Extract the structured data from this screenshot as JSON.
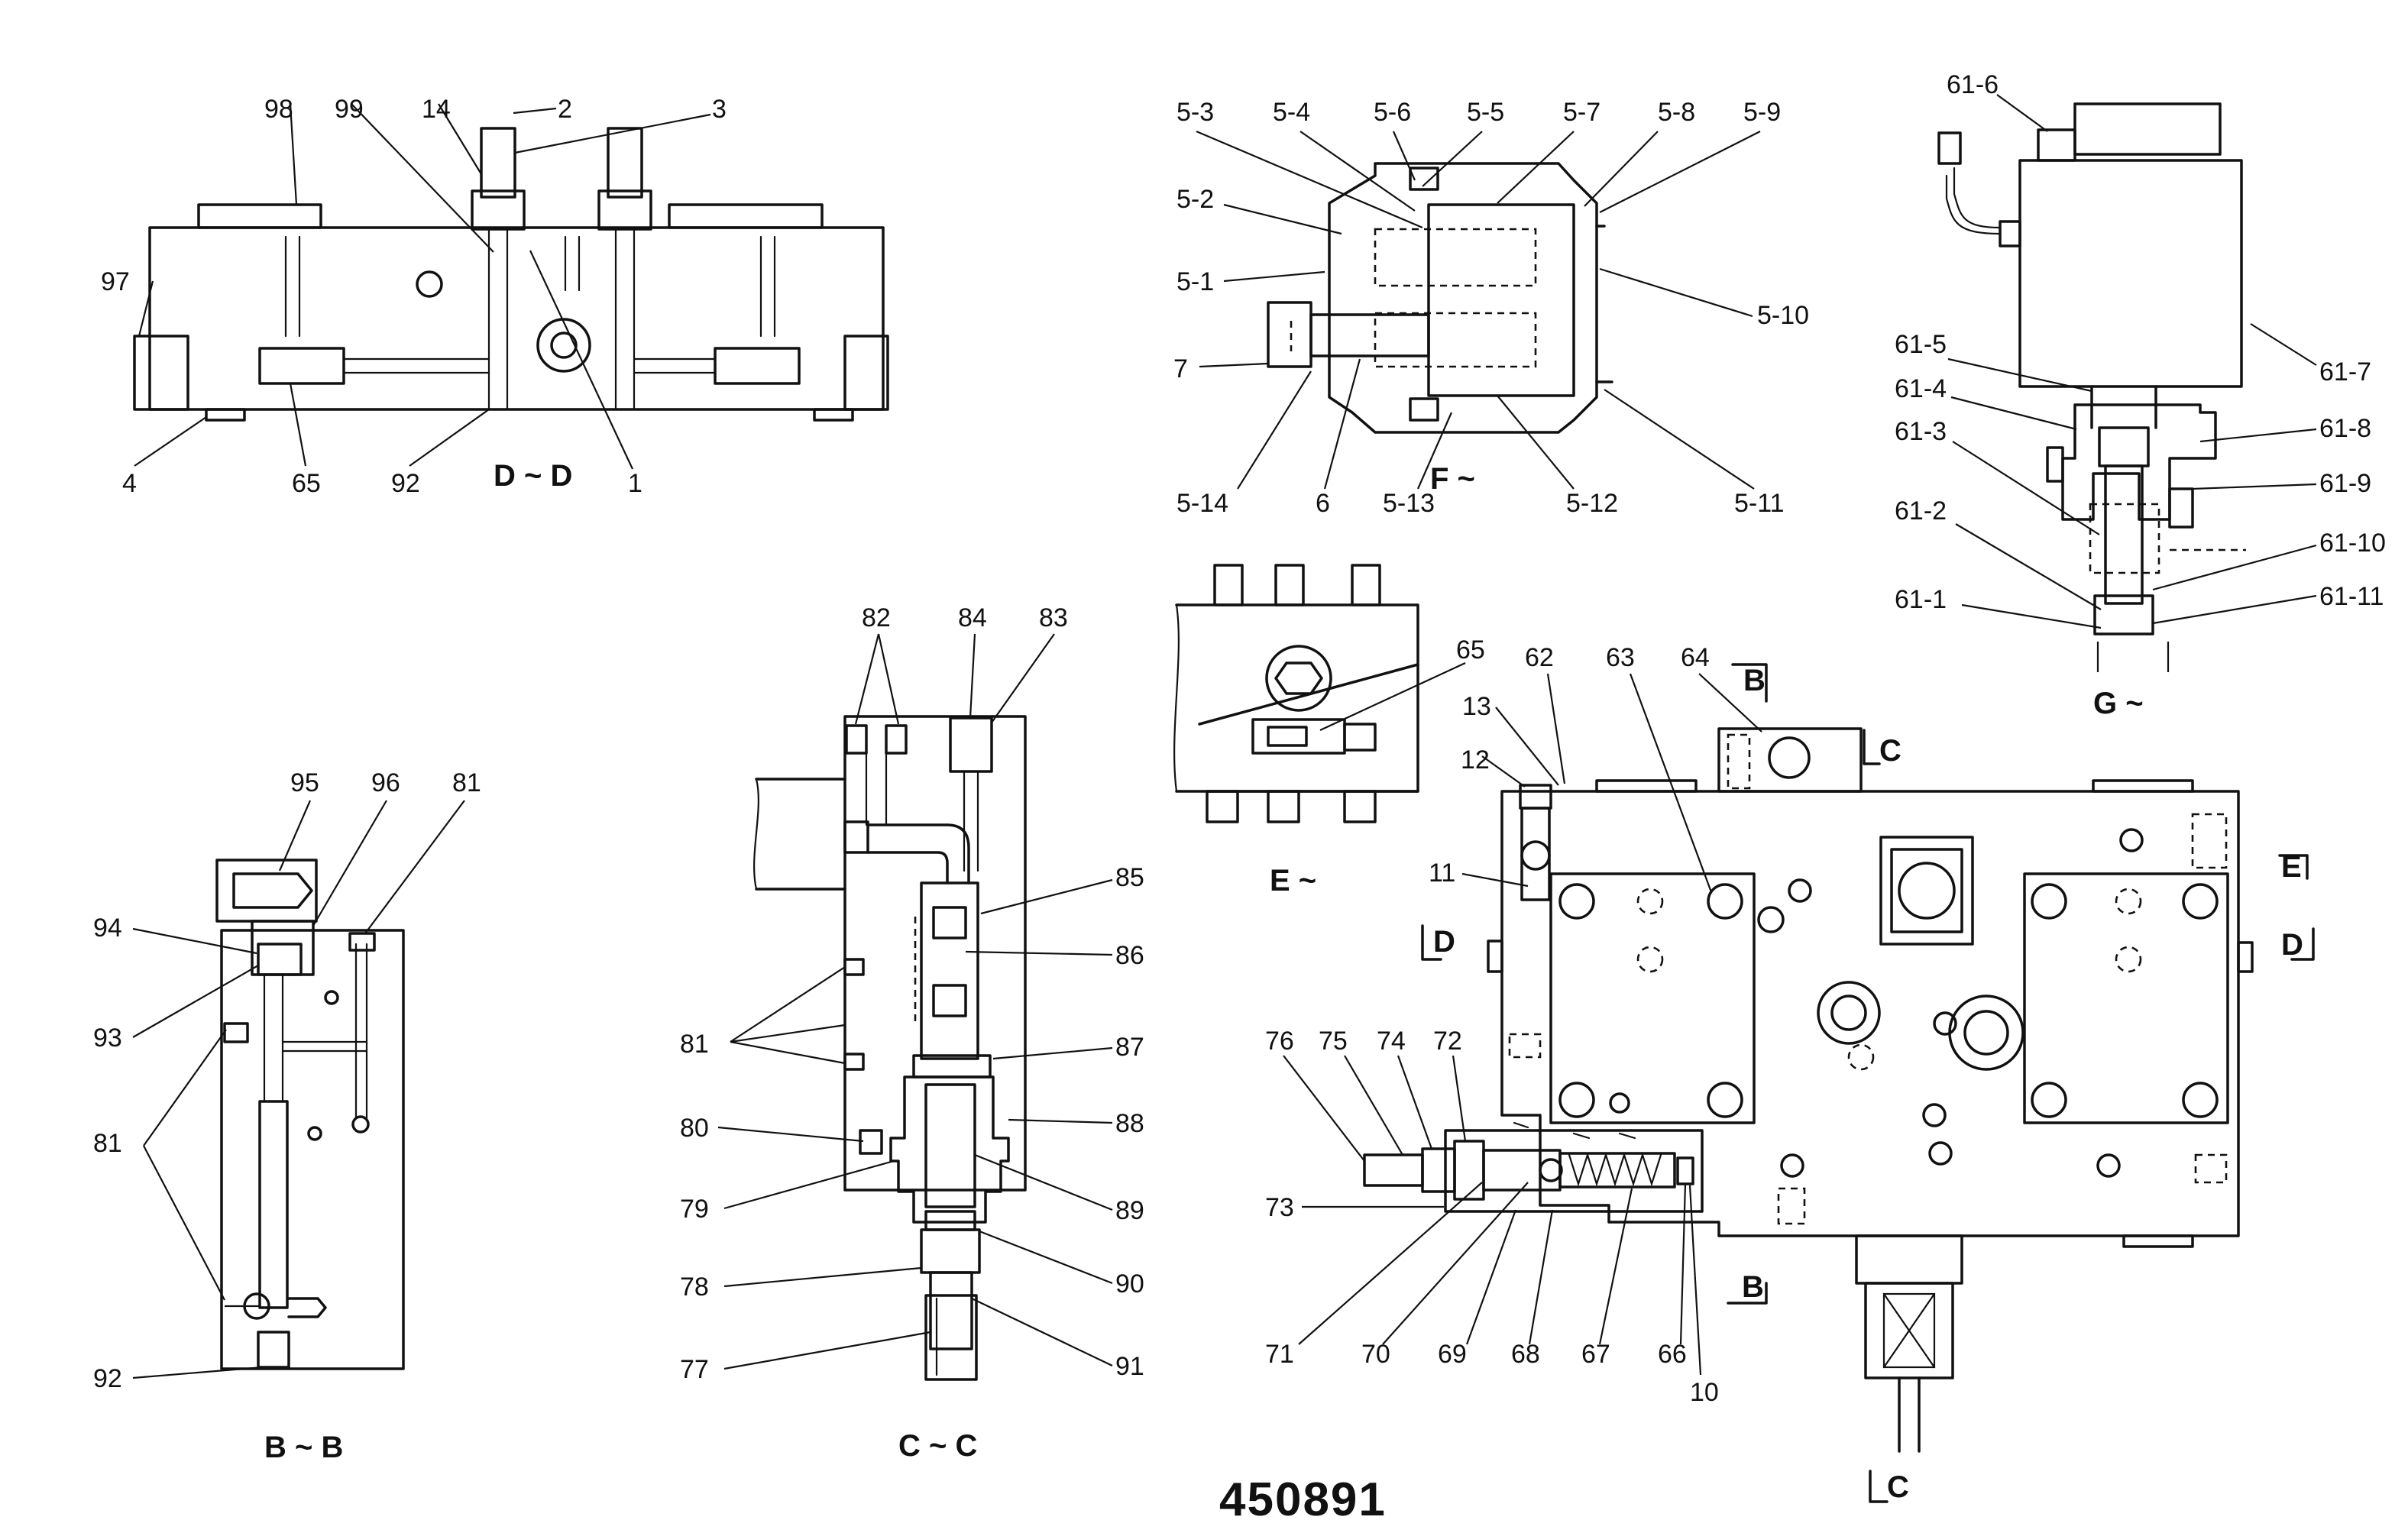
{
  "drawing_number": "450891",
  "views": {
    "dd": {
      "title": "D ~ D",
      "callouts": [
        "98",
        "99",
        "14",
        "2",
        "3",
        "97",
        "4",
        "65",
        "92",
        "1"
      ]
    },
    "ff": {
      "title": "F ~",
      "callouts": [
        "5-3",
        "5-4",
        "5-6",
        "5-5",
        "5-7",
        "5-8",
        "5-9",
        "5-2",
        "5-1",
        "5-10",
        "7",
        "5-14",
        "6",
        "5-13",
        "5-12",
        "5-11"
      ]
    },
    "gg": {
      "title": "G ~",
      "callouts": [
        "61-6",
        "61-5",
        "61-7",
        "61-4",
        "61-8",
        "61-3",
        "61-9",
        "61-2",
        "61-10",
        "61-1",
        "61-11"
      ]
    },
    "bb": {
      "title": "B ~ B",
      "callouts": [
        "95",
        "96",
        "81",
        "94",
        "93",
        "81",
        "92"
      ]
    },
    "cc": {
      "title": "C ~ C",
      "callouts": [
        "82",
        "84",
        "83",
        "85",
        "86",
        "81",
        "87",
        "80",
        "88",
        "79",
        "89",
        "90",
        "78",
        "77",
        "91"
      ]
    },
    "ee": {
      "title": "E ~",
      "callouts": [
        "65"
      ]
    },
    "main": {
      "callouts": [
        "62",
        "63",
        "64",
        "13",
        "12",
        "11",
        "76",
        "75",
        "74",
        "72",
        "73",
        "71",
        "70",
        "69",
        "68",
        "67",
        "66",
        "10"
      ],
      "section_marks": [
        "B",
        "C",
        "E",
        "D",
        "D",
        "B",
        "C"
      ]
    }
  }
}
